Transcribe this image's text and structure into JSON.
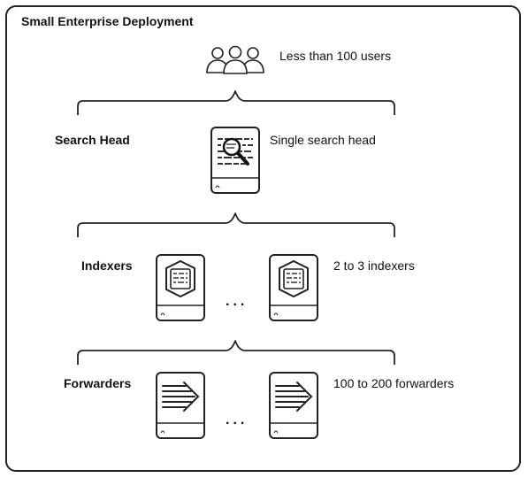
{
  "title": "Small Enterprise Deployment",
  "users": {
    "label": "Less than 100 users",
    "icon": "users-icon"
  },
  "tiers": [
    {
      "name": "Search Head",
      "description": "Single search head",
      "icon": "search-head-server-icon"
    },
    {
      "name": "Indexers",
      "description": "2 to 3 indexers",
      "icon": "indexer-server-icon",
      "ellipsis": "..."
    },
    {
      "name": "Forwarders",
      "description": "100 to 200 forwarders",
      "icon": "forwarder-server-icon",
      "ellipsis": "..."
    }
  ]
}
